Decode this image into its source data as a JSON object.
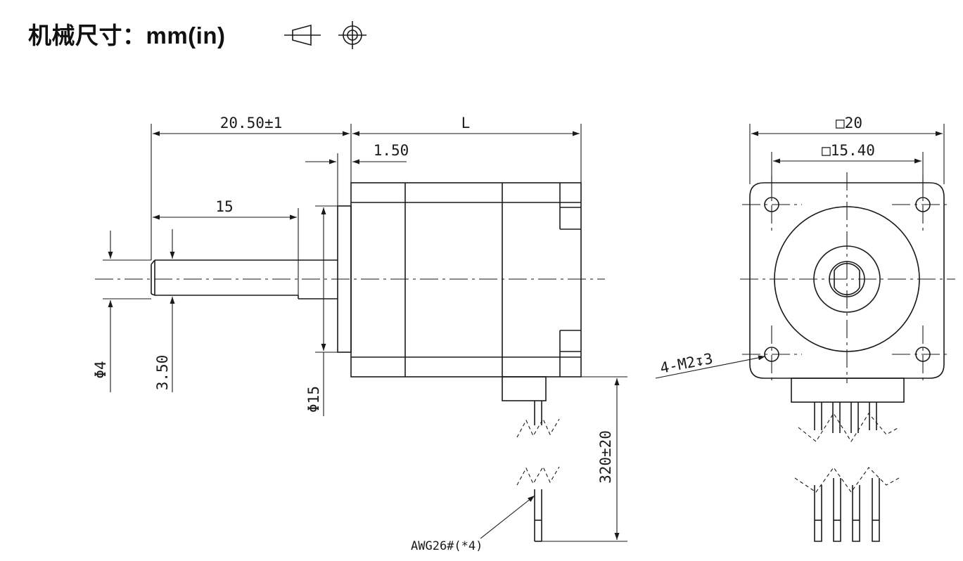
{
  "header": {
    "title": "机械尺寸：mm(in)",
    "projection_symbol": "first-angle-projection-icon"
  },
  "side_view": {
    "shaft_length": "20.50±1",
    "body_length": "L",
    "boss_height": "1.50",
    "flat_length": "15",
    "shaft_diameter": "Φ4",
    "flat_depth": "3.50",
    "boss_diameter": "Φ15",
    "lead_length": "320±20",
    "wire_label": "AWG26#(*4)"
  },
  "front_view": {
    "flange_size": "□20",
    "hole_spacing": "□15.40",
    "mount_holes": "4-M2↧3"
  }
}
